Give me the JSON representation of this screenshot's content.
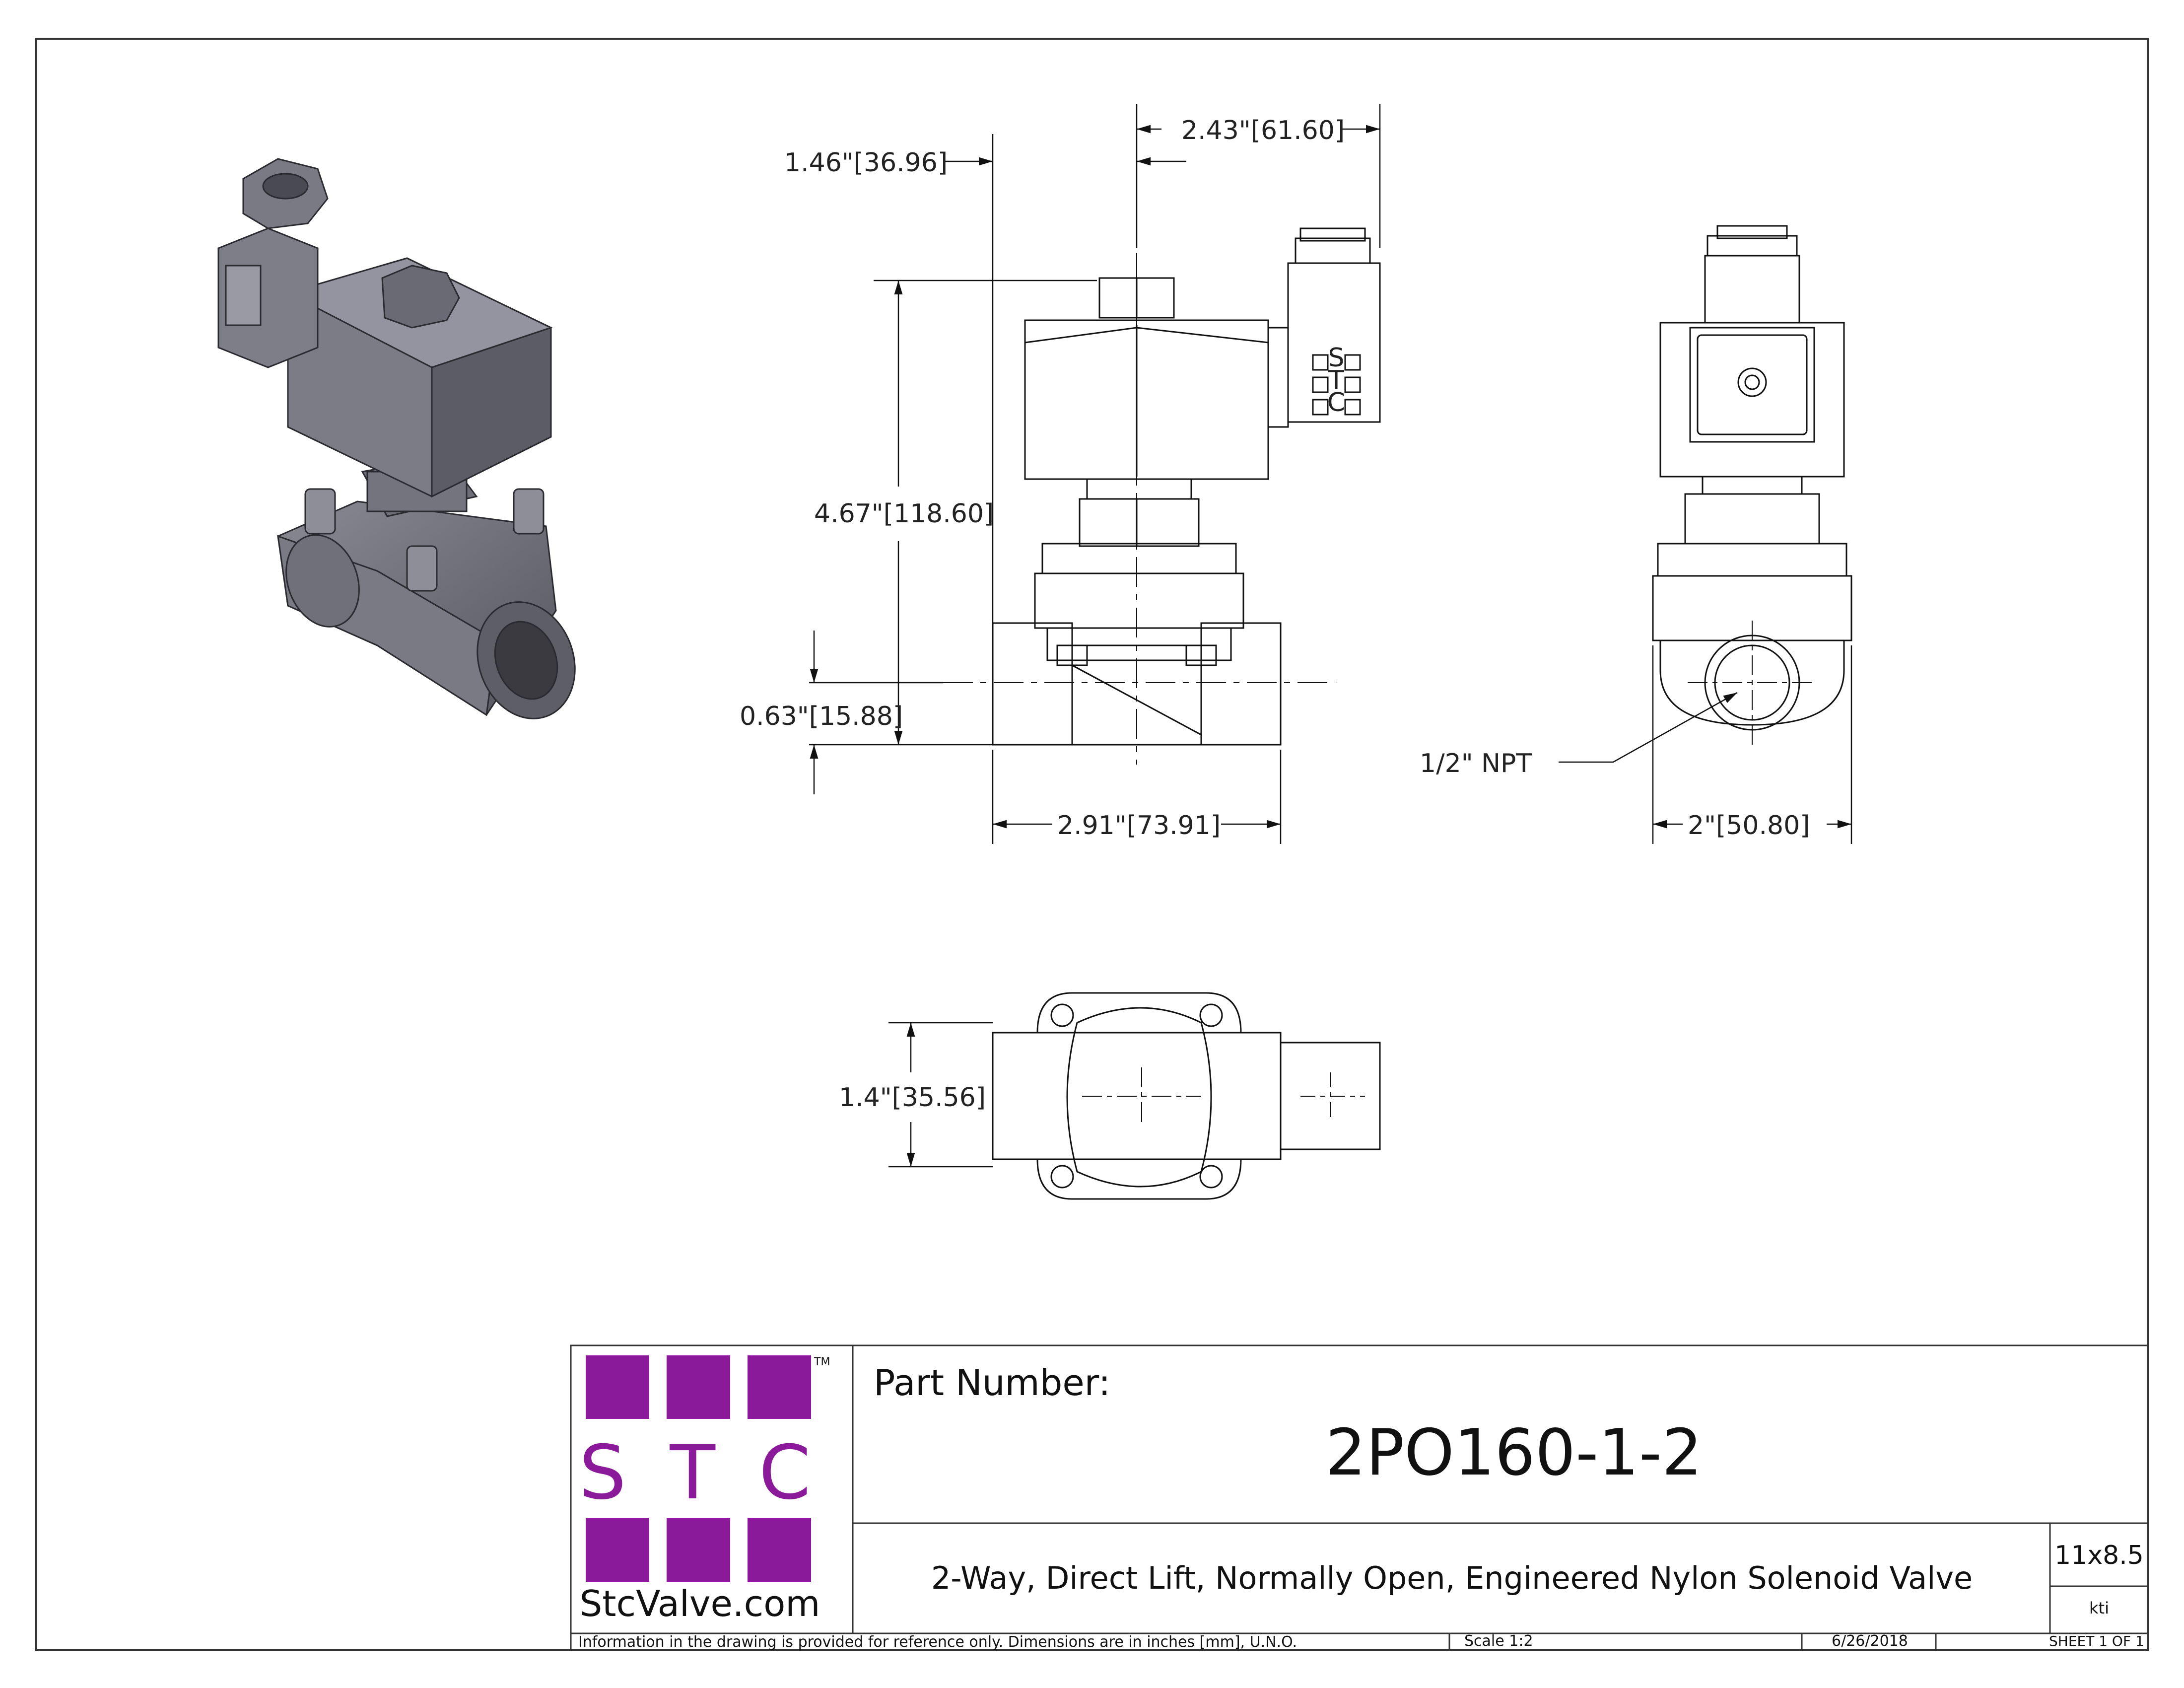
{
  "dimensions": {
    "coil_offset": "1.46\"[36.96]",
    "connector_width": "2.43\"[61.60]",
    "overall_height": "4.67\"[118.60]",
    "port_center_height": "0.63\"[15.88]",
    "body_length": "2.91\"[73.91]",
    "body_width": "2\"[50.80]",
    "top_view_width": "1.4\"[35.56]",
    "port_size": "1/2\" NPT"
  },
  "connector_label": [
    "S",
    "T",
    "C"
  ],
  "title_block": {
    "logo_text": "S T C",
    "trademark": "TM",
    "website": "StcValve.com",
    "part_number_label": "Part Number:",
    "part_number": "2PO160-1-2",
    "description": "2-Way, Direct Lift, Normally Open, Engineered Nylon Solenoid Valve",
    "sheet_size": "11x8.5",
    "drawn_by": "kti",
    "note": "Information in the drawing is provided for reference only. Dimensions are in inches [mm], U.N.O.",
    "scale": "Scale   1:2",
    "date": "6/26/2018",
    "sheet": "SHEET 1 OF 1"
  },
  "colors": {
    "logo_purple": "#8b1a9a",
    "line": "#111111",
    "iso_body": "#6b6b73"
  }
}
